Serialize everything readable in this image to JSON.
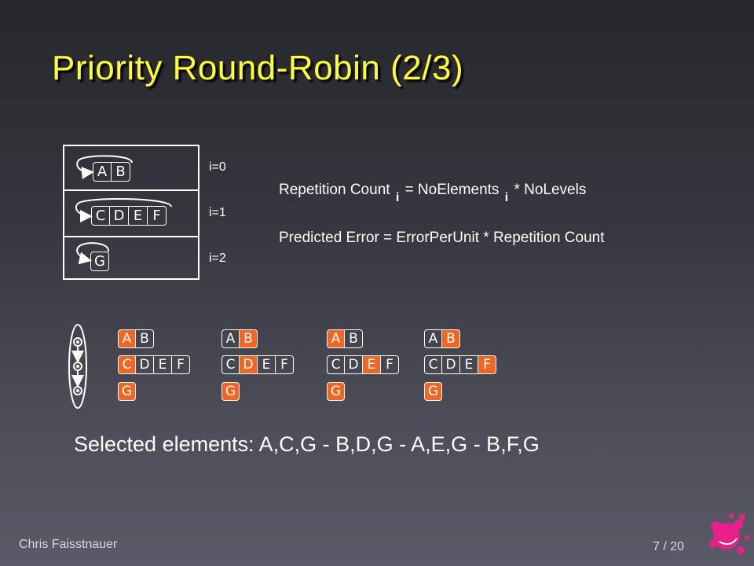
{
  "title": "Priority Round-Robin (2/3)",
  "levels": [
    {
      "label": "i=0",
      "elements": [
        "A",
        "B"
      ]
    },
    {
      "label": "i=1",
      "elements": [
        "C",
        "D",
        "E",
        "F"
      ]
    },
    {
      "label": "i=2",
      "elements": [
        "G"
      ]
    }
  ],
  "formulas": {
    "repetition": {
      "left": "Repetition Count",
      "sub1": "i",
      "mid": "= NoElements",
      "sub2": "i",
      "right": "* NoLevels"
    },
    "predicted": "Predicted Error = ErrorPerUnit * Repetition Count"
  },
  "sequence": [
    {
      "highlight": [
        "A",
        "C",
        "G"
      ]
    },
    {
      "highlight": [
        "B",
        "D",
        "G"
      ]
    },
    {
      "highlight": [
        "A",
        "E",
        "G"
      ]
    },
    {
      "highlight": [
        "B",
        "F",
        "G"
      ]
    }
  ],
  "selected_text": "Selected elements:  A,C,G  -  B,D,G  -  A,E,G  -  B,F,G",
  "footer": {
    "author": "Chris Faisstnauer",
    "page": "7 / 20"
  },
  "colors": {
    "title": "#ffff33",
    "highlight": "#f26522",
    "logo": "#e8208a"
  }
}
